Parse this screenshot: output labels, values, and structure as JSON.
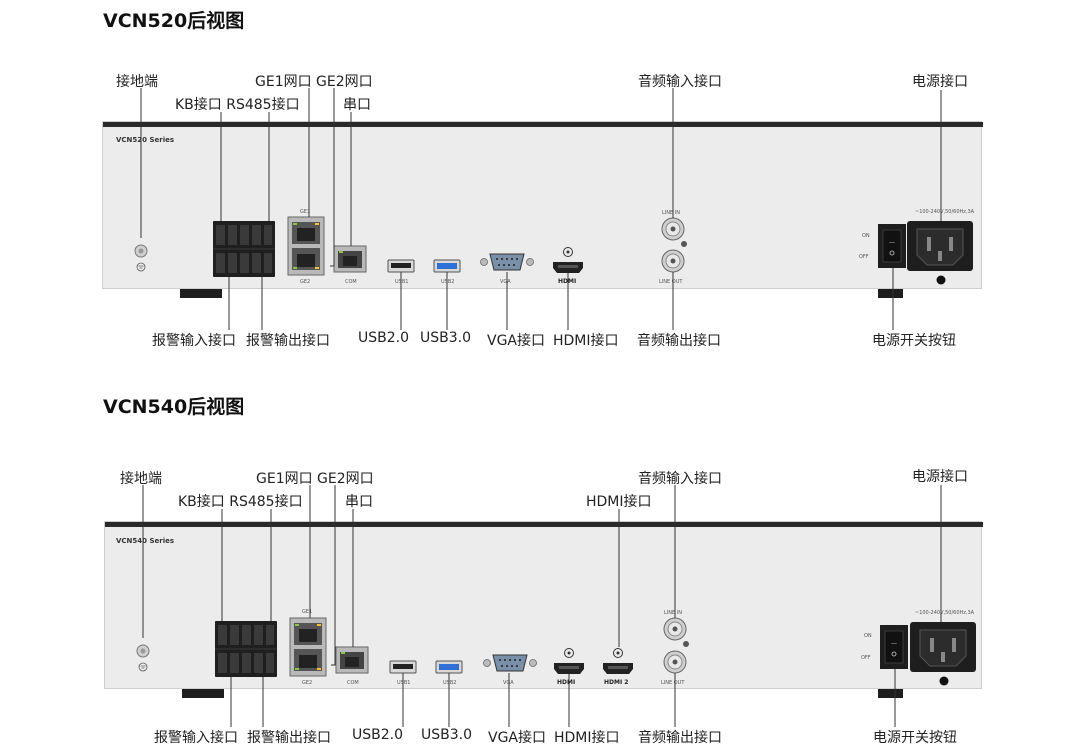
{
  "diagrams": [
    {
      "title": "VCN520后视图",
      "series": "VCN520 Series",
      "labels": {
        "ground": "接地端",
        "kb_rs485": "KB接口 RS485接口",
        "ge_ports": "GE1网口 GE2网口",
        "serial": "串口",
        "audio_in": "音频输入接口",
        "power_socket": "电源接口",
        "alarm_in": "报警输入接口",
        "alarm_out": "报警输出接口",
        "usb2": "USB2.0",
        "usb3": "USB3.0",
        "vga": "VGA接口",
        "hdmi": "HDMI接口",
        "audio_out": "音频输出接口",
        "power_switch": "电源开关按钮"
      },
      "panel_text": {
        "ge1": "GE1",
        "ge2": "GE2",
        "com": "COM",
        "usb1": "USB1",
        "usb2": "USB2",
        "vga": "VGA",
        "hdmi": "HDMI",
        "line_in": "LINE IN",
        "line_out": "LINE OUT",
        "on": "ON",
        "off": "OFF",
        "rating": "~100-240V,50/60Hz,3A"
      }
    },
    {
      "title": "VCN540后视图",
      "series": "VCN540 Series",
      "labels": {
        "ground": "接地端",
        "kb_rs485": "KB接口 RS485接口",
        "ge_ports": "GE1网口 GE2网口",
        "serial": "串口",
        "hdmi_top": "HDMI接口",
        "audio_in": "音频输入接口",
        "power_socket": "电源接口",
        "alarm_in": "报警输入接口",
        "alarm_out": "报警输出接口",
        "usb2": "USB2.0",
        "usb3": "USB3.0",
        "vga": "VGA接口",
        "hdmi": "HDMI接口",
        "audio_out": "音频输出接口",
        "power_switch": "电源开关按钮"
      },
      "panel_text": {
        "ge1": "GE1",
        "ge2": "GE2",
        "com": "COM",
        "usb1": "USB1",
        "usb2": "USB2",
        "vga": "VGA",
        "hdmi1": "HDMI",
        "hdmi2": "HDMI 2",
        "line_in": "LINE IN",
        "line_out": "LINE OUT",
        "on": "ON",
        "off": "OFF",
        "rating": "~100-240V,50/60Hz,3A"
      }
    }
  ]
}
